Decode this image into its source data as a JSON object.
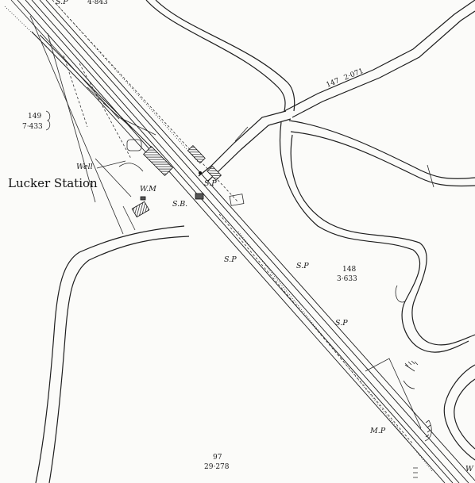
{
  "map": {
    "station_name": "Lucker Station",
    "labels": {
      "well": "Well",
      "weighing_machine": "W.M",
      "signal_box": "S.B.",
      "sp_top": "S.P",
      "sp_bridge": "S.P",
      "sp_left": "S.P",
      "sp_right": "S.P",
      "sp_lower": "S.P",
      "mp": "M.P",
      "w_corner": "W"
    },
    "parcels": {
      "p149_number": "149",
      "p149_area": "7·433",
      "p147_number": "147",
      "p147_area": "2·071",
      "p148_number": "148",
      "p148_area": "3·633",
      "p97_number": "97",
      "p97_area": "29·278",
      "top_area": "4·843"
    }
  }
}
